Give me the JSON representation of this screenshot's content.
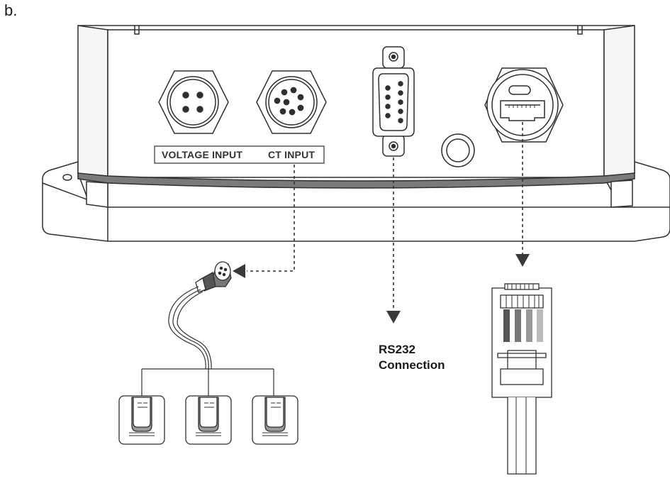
{
  "figure_label": "b.",
  "labels": {
    "voltage_input": "VOLTAGE INPUT",
    "ct_input": "CT INPUT",
    "rs232_line1": "RS232",
    "rs232_line2": "Connection"
  },
  "colors": {
    "stroke": "#2f2f2f",
    "device_fill": "#f4f4f4",
    "panel_fill": "#ffffff",
    "rj45_wires": [
      "#555555",
      "#777777",
      "#999999",
      "#bbbbbb"
    ]
  },
  "icons": [
    "voltage-connector-icon",
    "ct-connector-icon",
    "db9-port-icon",
    "round-button-icon",
    "ethernet-port-icon",
    "ct-clamp-icon",
    "rj45-plug-icon"
  ]
}
